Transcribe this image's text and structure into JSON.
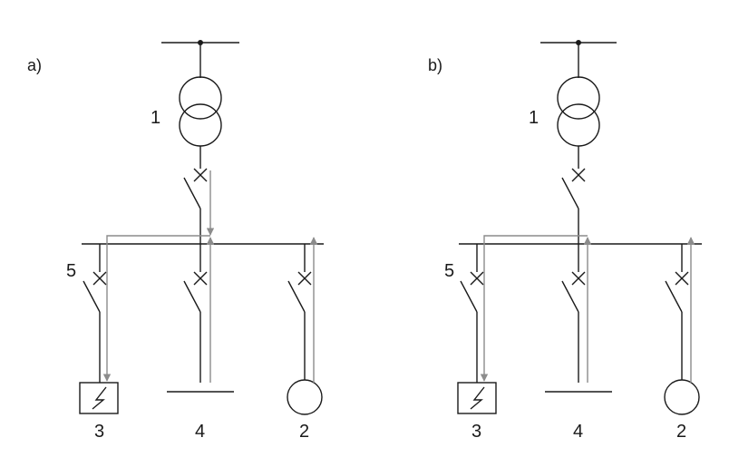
{
  "panels": [
    {
      "label": "a)",
      "transformer_label": "1",
      "breaker_label": "5",
      "bottom_labels": [
        "3",
        "4",
        "2"
      ]
    },
    {
      "label": "b)",
      "transformer_label": "1",
      "breaker_label": "5",
      "bottom_labels": [
        "3",
        "4",
        "2"
      ]
    }
  ],
  "colors": {
    "line": "#1a1a1a",
    "current_flow": "#8c8c8c"
  }
}
